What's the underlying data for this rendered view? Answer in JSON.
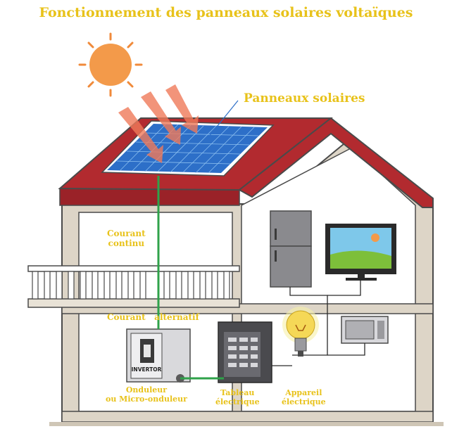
{
  "title": "Fonctionnement des panneaux solaires voltaïques",
  "labels": {
    "solar_panels": "Panneaux solaires",
    "dc_current_line1": "Courant",
    "dc_current_line2": "continu",
    "ac_current": "Courant   alternatif",
    "inverter_line1": "Onduleur",
    "inverter_line2": "ou Micro-onduleur",
    "panel_line1": "Tableau",
    "panel_line2": "électrique",
    "appliance_line1": "Appareil",
    "appliance_line2": "électrique",
    "inverter_tag": "INVERTOR"
  },
  "colors": {
    "label_gold": "#e8c21a",
    "roof_red": "#b22a2f",
    "wall_beige": "#ddd5c7",
    "wire_green": "#2fa24a",
    "sun_orange": "#f39a4a"
  }
}
